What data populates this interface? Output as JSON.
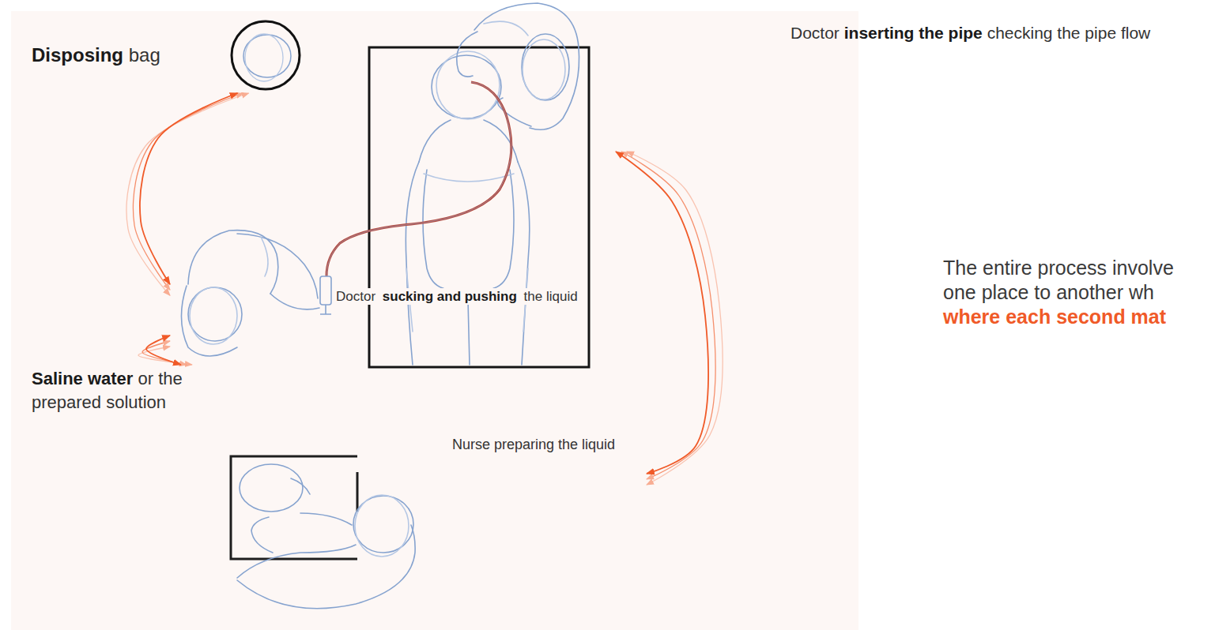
{
  "diagram": {
    "nodes": [
      {
        "text": [
          "Doctor",
          "inserting the pipe",
          "checking the pipe flow"
        ]
      },
      {
        "text": [
          "Disposing",
          "bag"
        ]
      },
      {
        "text": [
          "Doctor",
          "sucking and pushing",
          "the liquid"
        ]
      },
      {
        "text": [
          "Saline water",
          "or the prepared solution"
        ]
      },
      {
        "text": [
          "Nurse preparing the liquid"
        ]
      }
    ],
    "edges": [
      {
        "from": 1,
        "to": 2,
        "arrow": "both"
      },
      {
        "from": 2,
        "to": 3,
        "arrow": "both"
      },
      {
        "from": 4,
        "to": 0,
        "arrow": "both"
      }
    ],
    "labels": [
      "The entire process involve one place to another wh",
      "where each second mat"
    ]
  }
}
